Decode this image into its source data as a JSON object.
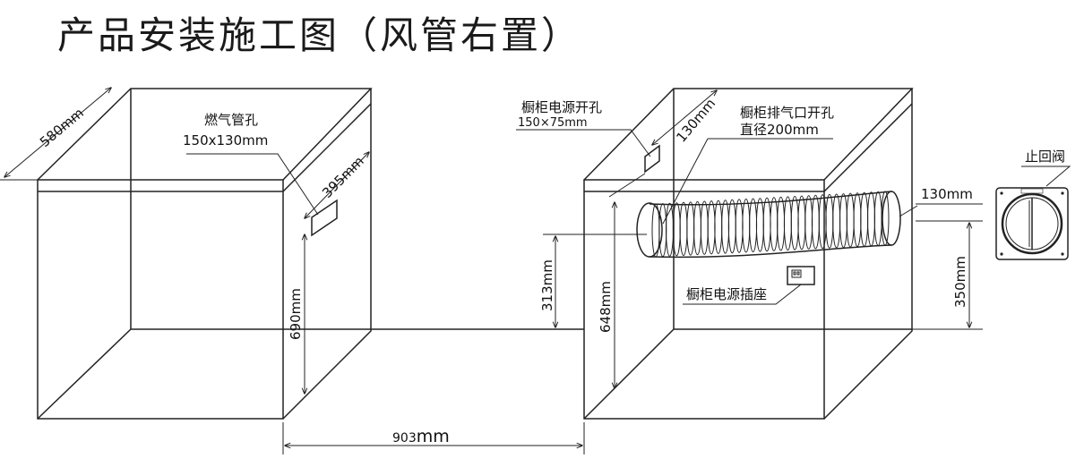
{
  "title": "产品安装施工图（风管右置）",
  "labels": {
    "gas_hole": "燃气管孔",
    "gas_hole_size": "150x130mm",
    "dim_580": "580mm",
    "dim_395": "395mm",
    "dim_690": "690mm",
    "dim_903_num": "903",
    "dim_903_unit": "mm",
    "power_hole": "橱柜电源开孔",
    "power_hole_size": "150×75mm",
    "dim_130_top": "130mm",
    "exhaust_hole": "橱柜排气口开孔",
    "exhaust_diameter": "直径200mm",
    "check_valve": "止回阀",
    "dim_130_right": "130mm",
    "dim_313": "313mm",
    "dim_648": "648mm",
    "dim_350": "350mm",
    "power_socket": "橱柜电源插座"
  }
}
